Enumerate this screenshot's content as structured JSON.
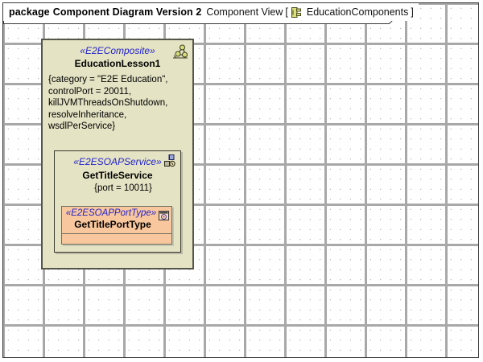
{
  "header": {
    "keyword": "package",
    "diagram_name": "Component Diagram Version 2",
    "view_label": "Component View",
    "bracket_open": "[",
    "bracket_close": "]",
    "package_name": "EducationComponents",
    "package_icon": "package-component-icon"
  },
  "canvas": {
    "background": "#ffffff",
    "grid_dot_color": "#9a9a9a",
    "frame_border": "#3a3a3a"
  },
  "composite": {
    "stereotype": "«E2EComposite»",
    "name": "EducationLesson1",
    "icon": "composite-assembly-icon",
    "fill": "#e4e3c4",
    "border": "#555549",
    "properties": [
      "{category = \"E2E Education\",",
      "controlPort = 20011,",
      "killJVMThreadsOnShutdown,",
      "resolveInheritance,",
      "wsdlPerService}"
    ]
  },
  "service": {
    "stereotype": "«E2ESOAPService»",
    "name": "GetTitleService",
    "properties": "{port = 10011}",
    "icon": "soap-service-icon",
    "fill": "#e4e3c4",
    "border": "#3b3b32"
  },
  "porttype": {
    "stereotype": "«E2ESOAPPortType»",
    "name": "GetTitlePortType",
    "icon": "soap-porttype-icon",
    "fill": "#f9c79d",
    "border": "#6f6f62"
  },
  "colors": {
    "stereotype_blue": "#2222cc",
    "name_black": "#000000",
    "icon_yellow": "#d7de7a"
  }
}
